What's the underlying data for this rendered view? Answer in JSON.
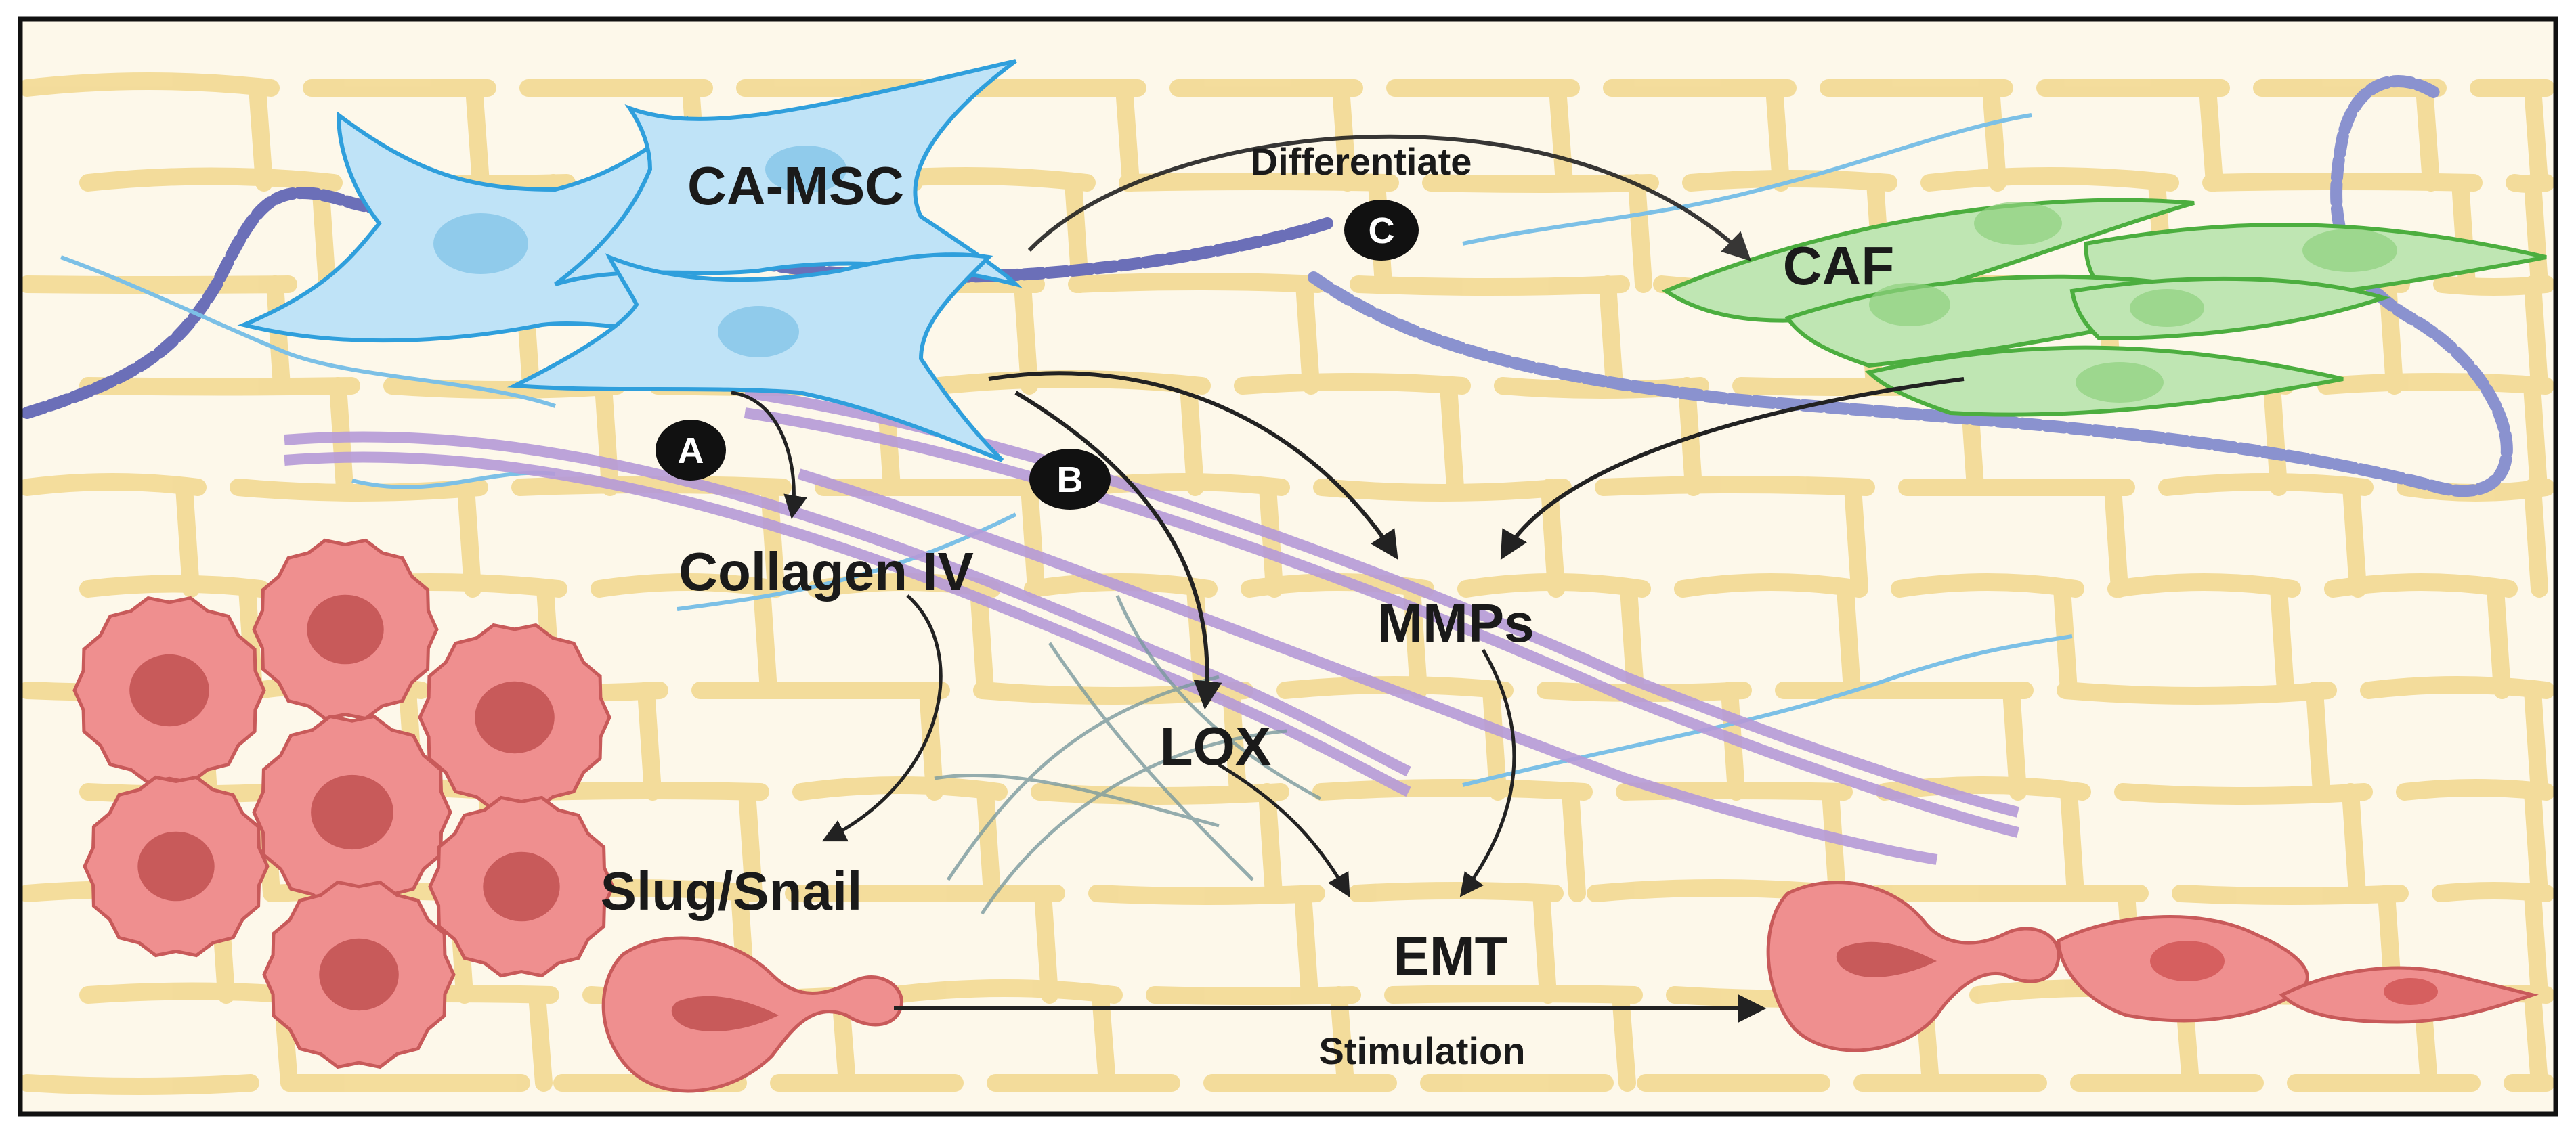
{
  "labels": {
    "ca_msc": "CA-MSC",
    "differentiate": "Differentiate",
    "caf": "CAF",
    "collagen_iv": "Collagen IV",
    "mmps": "MMPs",
    "lox": "LOX",
    "slug_snail": "Slug/Snail",
    "emt": "EMT",
    "stimulation": "Stimulation"
  },
  "badges": {
    "a": "A",
    "b": "B",
    "c": "C"
  },
  "colors": {
    "background": "#fdf8ea",
    "border": "#111111",
    "matrix_fiber": "#f2d88e",
    "msc_fill": "#bfe3f7",
    "msc_stroke": "#2f9fdc",
    "caf_fill": "#bfe6b3",
    "caf_stroke": "#4cae3f",
    "tumor_fill": "#ef8f8f",
    "tumor_nucleus": "#c85a5a",
    "collagen_strand": "#b69ad8",
    "beaded_chain": "#6b6fb8",
    "arrow": "#222222"
  }
}
